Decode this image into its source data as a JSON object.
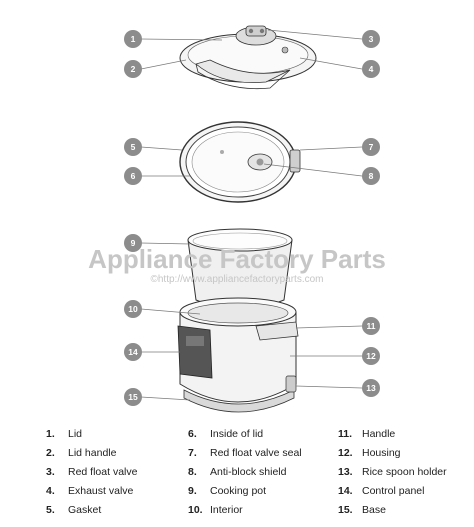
{
  "watermark": {
    "title": "Appliance Factory Parts",
    "url": "©http://www.appliancefactoryparts.com"
  },
  "callouts": [
    "1",
    "2",
    "3",
    "4",
    "5",
    "6",
    "7",
    "8",
    "9",
    "10",
    "11",
    "12",
    "13",
    "14",
    "15"
  ],
  "legend": [
    {
      "num": "1.",
      "label": "Lid"
    },
    {
      "num": "2.",
      "label": "Lid handle"
    },
    {
      "num": "3.",
      "label": "Red float valve"
    },
    {
      "num": "4.",
      "label": "Exhaust valve"
    },
    {
      "num": "5.",
      "label": "Gasket"
    },
    {
      "num": "6.",
      "label": "Inside of lid"
    },
    {
      "num": "7.",
      "label": "Red float valve seal"
    },
    {
      "num": "8.",
      "label": "Anti-block shield"
    },
    {
      "num": "9.",
      "label": "Cooking pot"
    },
    {
      "num": "10.",
      "label": "Interior"
    },
    {
      "num": "11.",
      "label": "Handle"
    },
    {
      "num": "12.",
      "label": "Housing"
    },
    {
      "num": "13.",
      "label": "Rice spoon holder"
    },
    {
      "num": "14.",
      "label": "Control panel"
    },
    {
      "num": "15.",
      "label": "Base"
    }
  ],
  "colors": {
    "callout_fill": "#8c8c8c",
    "line_art": "#333333",
    "control_panel": "#555555"
  }
}
